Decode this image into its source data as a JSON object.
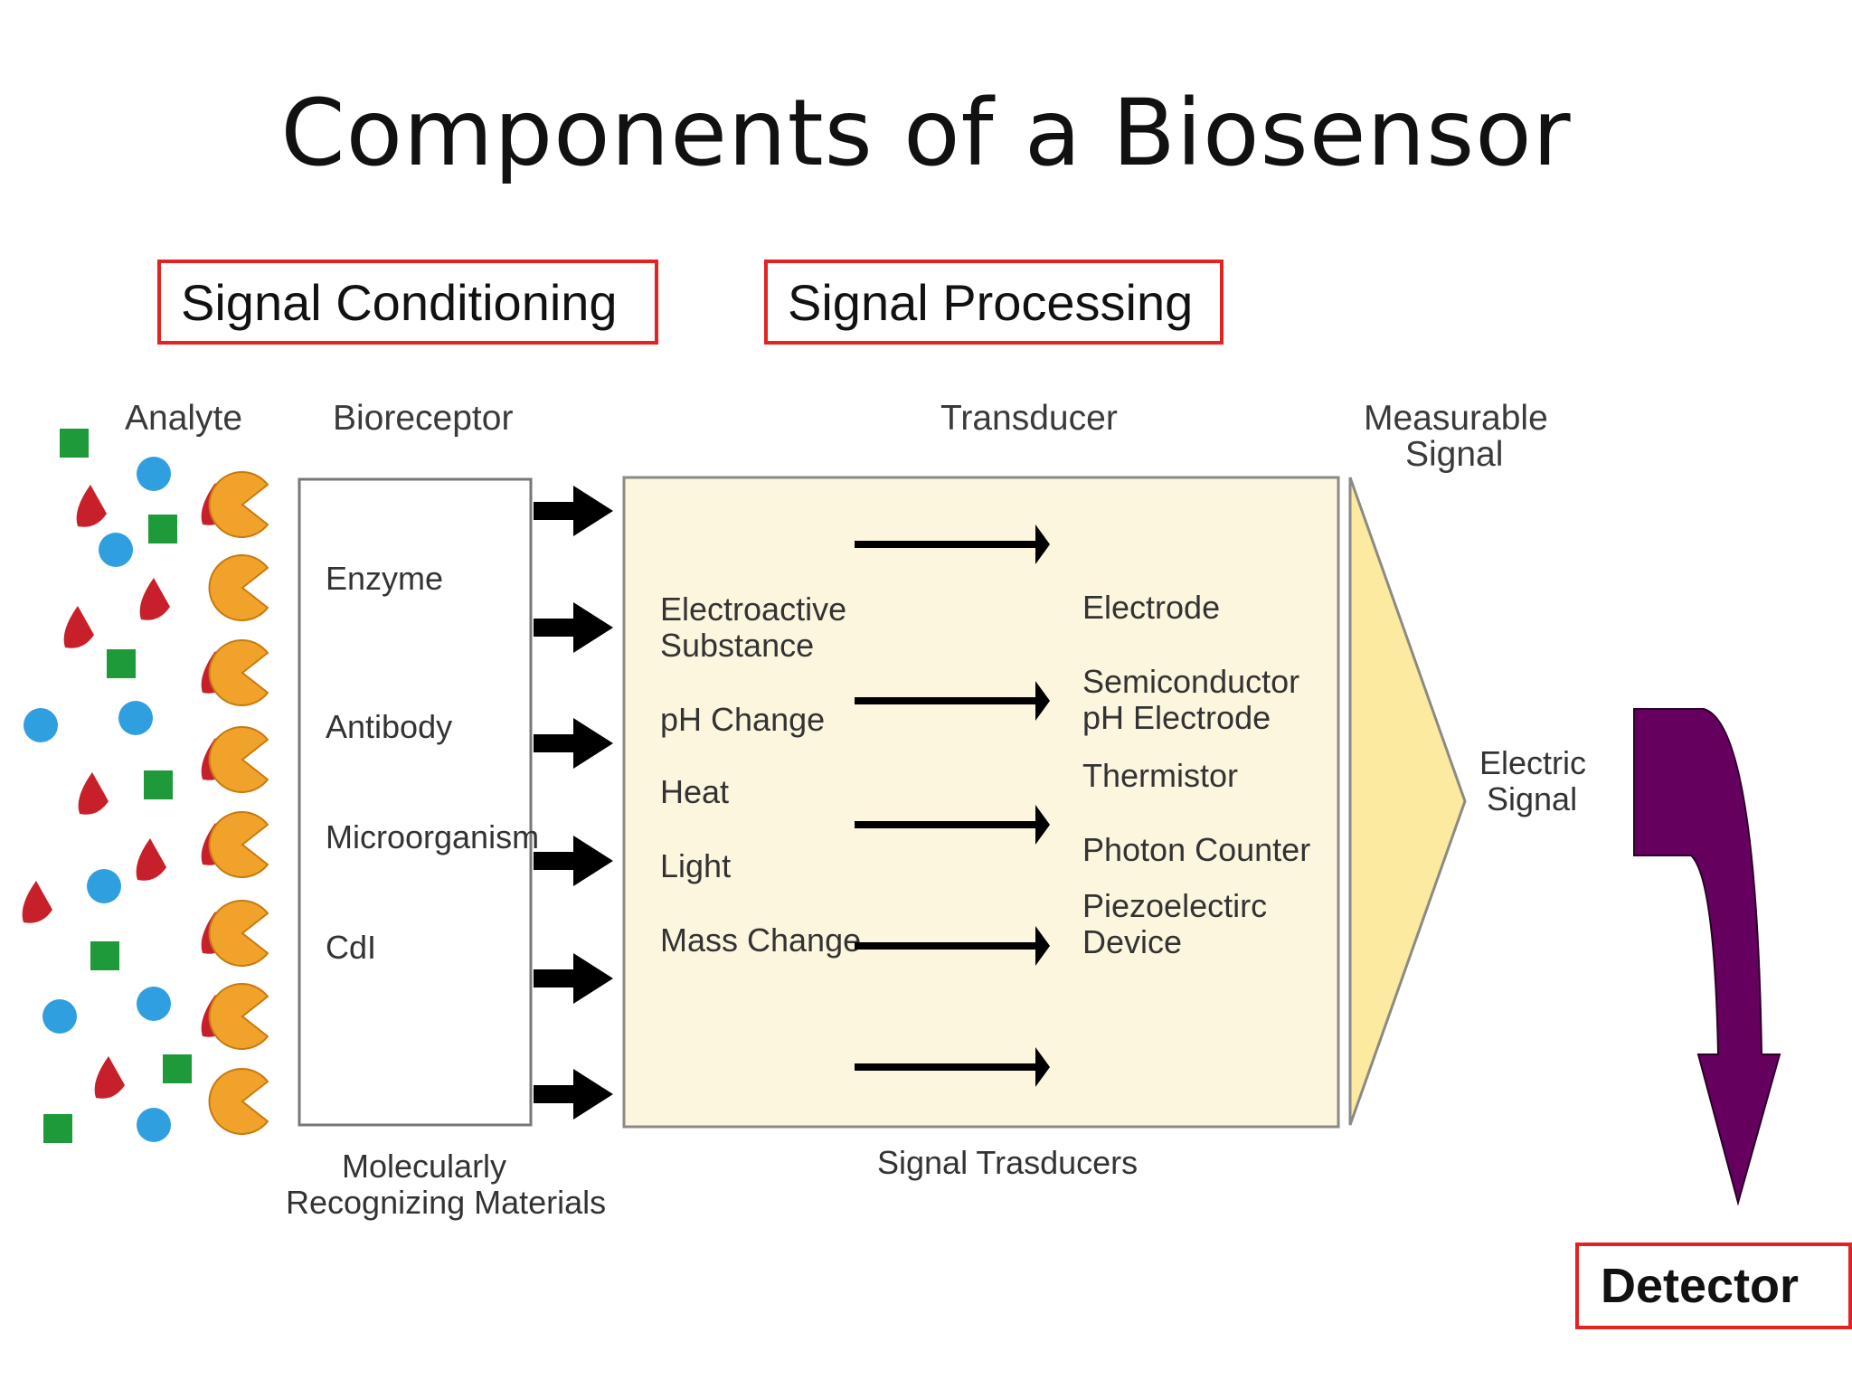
{
  "title": "Components of a Biosensor",
  "labels": {
    "signal_conditioning": "Signal Conditioning",
    "signal_processing": "Signal Processing",
    "detector": "Detector"
  },
  "headers": {
    "analyte": "Analyte",
    "bioreceptor": "Bioreceptor",
    "transducer": "Transducer",
    "measurable_signal_line1": "Measurable",
    "measurable_signal_line2": "Signal"
  },
  "bioreceptors": [
    "Enzyme",
    "Antibody",
    "Microorganism",
    "CdI"
  ],
  "bioreceptor_caption_line1": "Molecularly",
  "bioreceptor_caption_line2": "Recognizing Materials",
  "transducer_inputs": {
    "electroactive_line1": "Electroactive",
    "electroactive_line2": "Substance",
    "ph_change": "pH Change",
    "heat": "Heat",
    "light": "Light",
    "mass_change": "Mass Change"
  },
  "transducer_devices": {
    "electrode": "Electrode",
    "semiconductor_line1": "Semiconductor",
    "semiconductor_line2": "pH Electrode",
    "thermistor": "Thermistor",
    "photon_counter": "Photon Counter",
    "piezo_line1": "Piezoelectirc",
    "piezo_line2": "Device"
  },
  "transducer_caption": "Signal Trasducers",
  "output_signal_line1": "Electric",
  "output_signal_line2": "Signal",
  "colors": {
    "redbox_border": "#e32222",
    "analyte_square": "#1f9a3a",
    "analyte_circle": "#2f9fe0",
    "analyte_wedge": "#c8202a",
    "receptor": "#f0a22a",
    "transducer_fill": "#fdf6df",
    "signal_triangle": "#fbeaa0",
    "detector_arrow": "#66005e"
  }
}
